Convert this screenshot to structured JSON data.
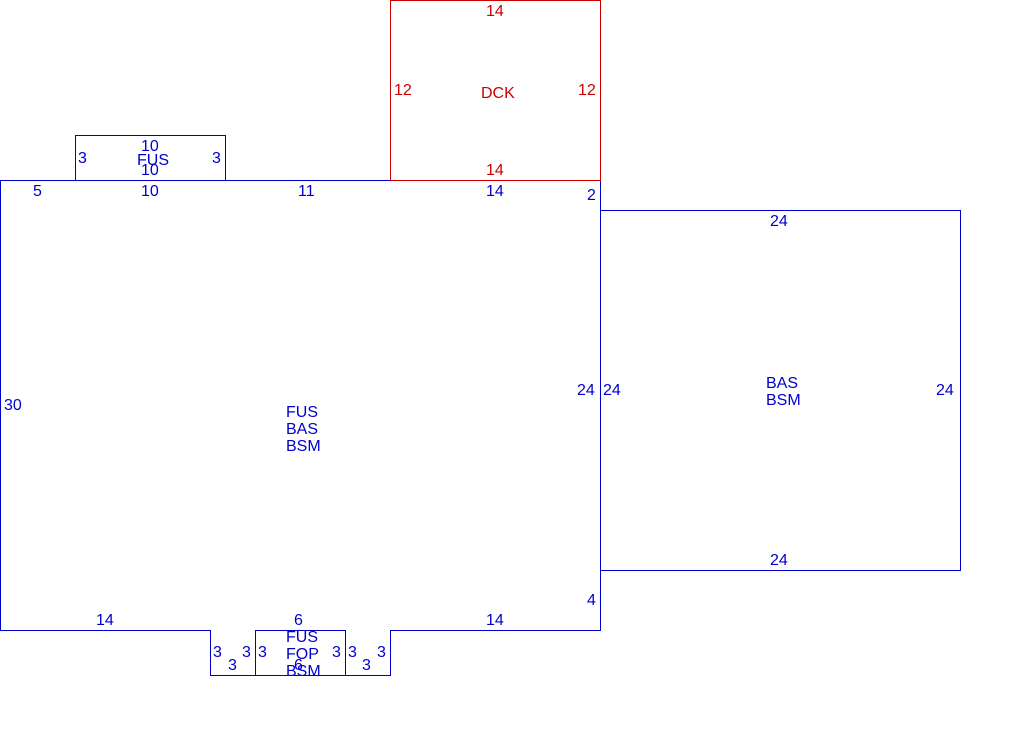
{
  "colors": {
    "main": "#0000cc",
    "deck": "#cc0000"
  },
  "areas": {
    "main_house": {
      "lines": [
        "FUS",
        "BAS",
        "BSM"
      ]
    },
    "east_wing": {
      "lines": [
        "BAS",
        "BSM"
      ]
    },
    "top_bump": {
      "lines": [
        "FUS"
      ]
    },
    "deck": {
      "lines": [
        "DCK"
      ]
    },
    "porch": {
      "lines": [
        "FUS",
        "FOP",
        "BSM"
      ]
    }
  },
  "dimensions": {
    "main": {
      "top_left": "5",
      "top_mid_a": "10",
      "top_mid_b": "11",
      "top_right": "14",
      "jog_top": "2",
      "right": "24",
      "jog_bottom": "4",
      "bottom_left": "14",
      "bottom_right": "14",
      "left": "30",
      "notch_left_outer": "3",
      "notch_left_bottom": "3",
      "notch_left_inner": "3",
      "notch_right_inner": "3",
      "notch_right_bottom": "3",
      "notch_right_outer": "3"
    },
    "east_wing": {
      "top": "24",
      "bottom": "24",
      "left": "24",
      "right": "24"
    },
    "top_bump": {
      "top": "10",
      "bottom": "10",
      "left": "3",
      "right": "3"
    },
    "deck": {
      "top": "14",
      "bottom": "14",
      "left": "12",
      "right": "12"
    },
    "porch": {
      "top": "6",
      "bottom": "6",
      "left": "3",
      "right": "3"
    }
  }
}
